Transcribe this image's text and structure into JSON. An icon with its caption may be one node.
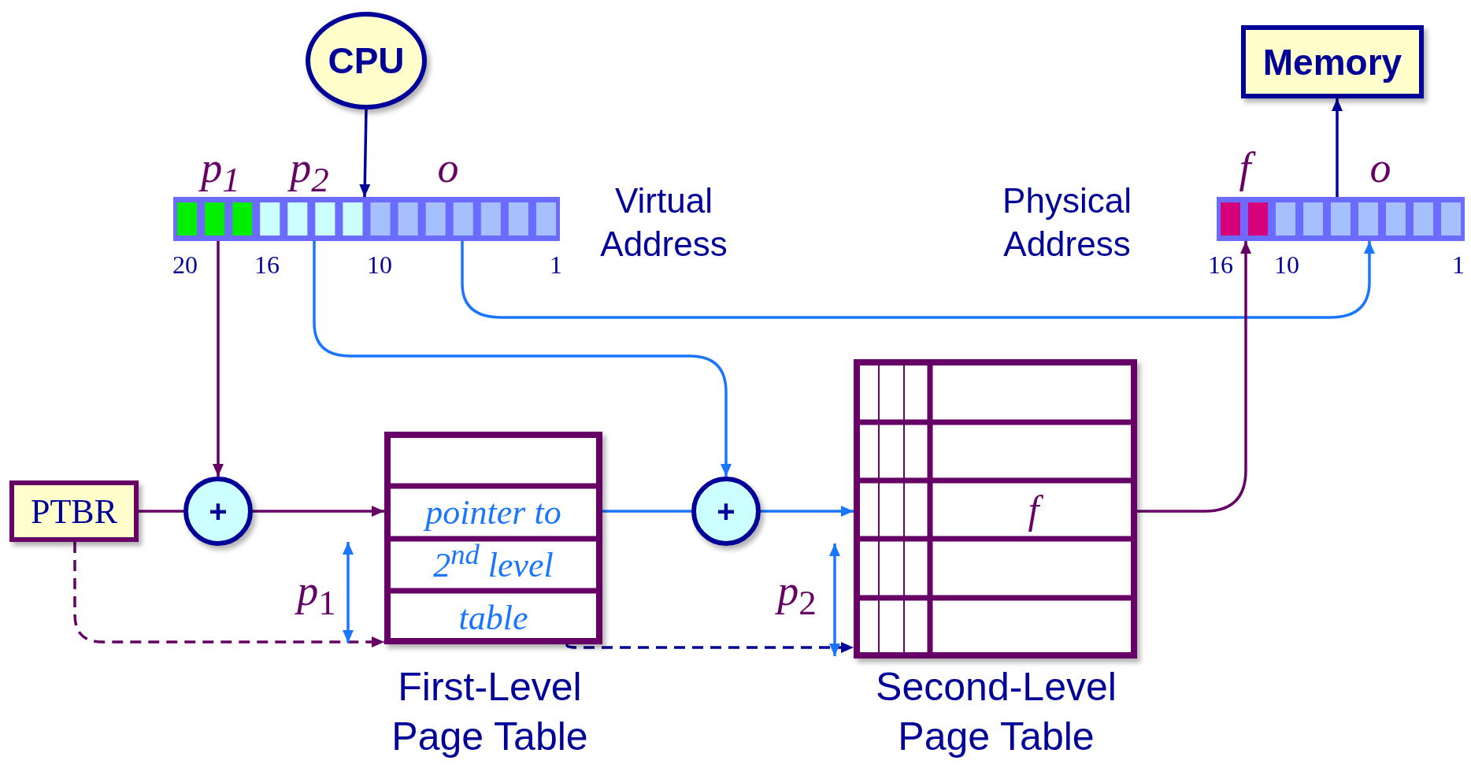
{
  "diagram": {
    "nodes": [
      {
        "text": [
          "CPU"
        ]
      },
      {
        "text": [
          "Memory"
        ]
      },
      {
        "text": [],
        "shape": "bar"
      },
      {
        "text": [],
        "shape": "bar"
      },
      {
        "text": [
          "PTBR"
        ]
      },
      {
        "text": [
          "+"
        ]
      },
      {
        "text": [],
        "shape": "box"
      },
      {
        "text": [
          "pointer to 2$^{nd}$ level table"
        ],
        "in": 6
      },
      {
        "text": [
          "+"
        ]
      },
      {
        "text": [],
        "shape": "box"
      },
      {
        "text": [
          "f"
        ],
        "in": 9
      }
    ],
    "edges": [
      {
        "from": 0,
        "to": 2,
        "arrow": "to",
        "color": "#000099"
      },
      {
        "from": 3,
        "to": 1,
        "arrow": "to",
        "color": "#000099"
      },
      {
        "from": 2,
        "to": 5,
        "arrow": "to"
      },
      {
        "from": 2,
        "to": 8,
        "arrow": "to",
        "color": "#1a75ff"
      },
      {
        "from": 2,
        "to": 3,
        "arrow": "to",
        "color": "#1a75ff"
      },
      {
        "from": 4,
        "to": 5,
        "arrow": "none"
      },
      {
        "from": 5,
        "to": 6,
        "arrow": "to"
      },
      {
        "from": 7,
        "to": 8,
        "arrow": "none",
        "color": "#1a75ff"
      },
      {
        "from": 8,
        "to": 9,
        "arrow": "to",
        "color": "#1a75ff"
      },
      {
        "from": 10,
        "to": 3,
        "arrow": "to"
      },
      {
        "from": 4,
        "to": 6,
        "arrow": "to",
        "style": "dashed"
      },
      {
        "from": 7,
        "to": 9,
        "arrow": "to",
        "style": "dashed",
        "color": "#000099"
      }
    ],
    "labels": [
      "*p*$_{1}$",
      "*p*$_{2}$",
      "o",
      "Virtual Address",
      "Physical Address",
      "f",
      "o",
      "20",
      "16",
      "10",
      "1",
      "16",
      "10",
      "1",
      "*p*$_{1}$",
      "*p*$_{2}$",
      "First-Level Page Table",
      "Second-Level Page Table"
    ]
  }
}
